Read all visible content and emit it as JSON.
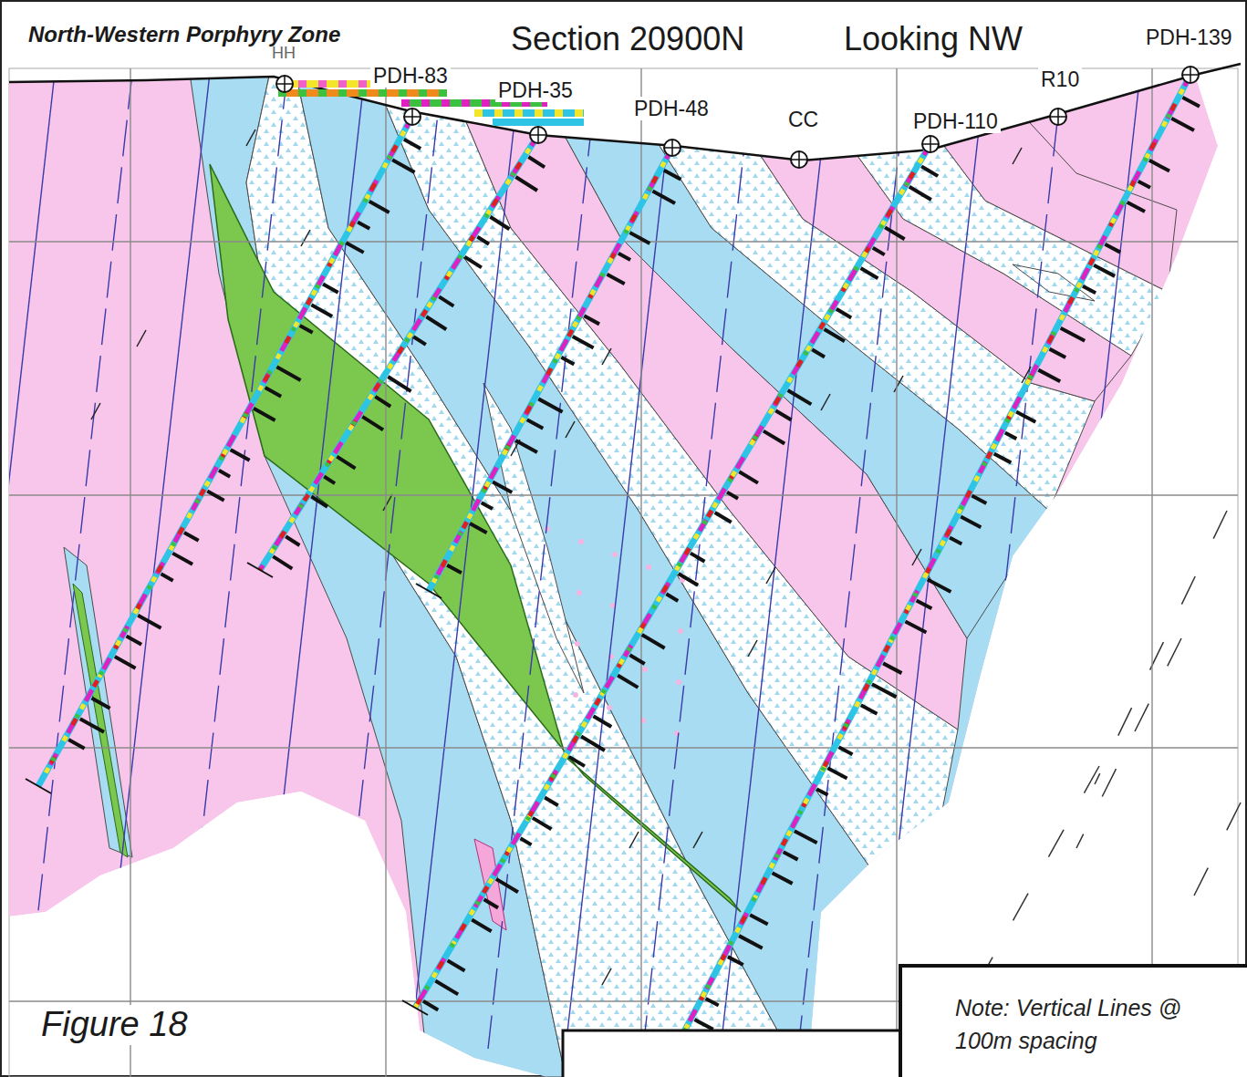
{
  "diagram": {
    "title": "Section 20900N",
    "caption": "Figure 18",
    "nodes": [
      {
        "text": [
          "Note: Vertical Lines @ 100m spacing"
        ]
      }
    ],
    "labels": [
      "North-Western Porphyry Zone",
      "Looking NW",
      "HH",
      "PDH-83",
      "PDH-35",
      "PDH-48",
      "CC",
      "PDH-110",
      "R10",
      "PDH-139"
    ]
  }
}
